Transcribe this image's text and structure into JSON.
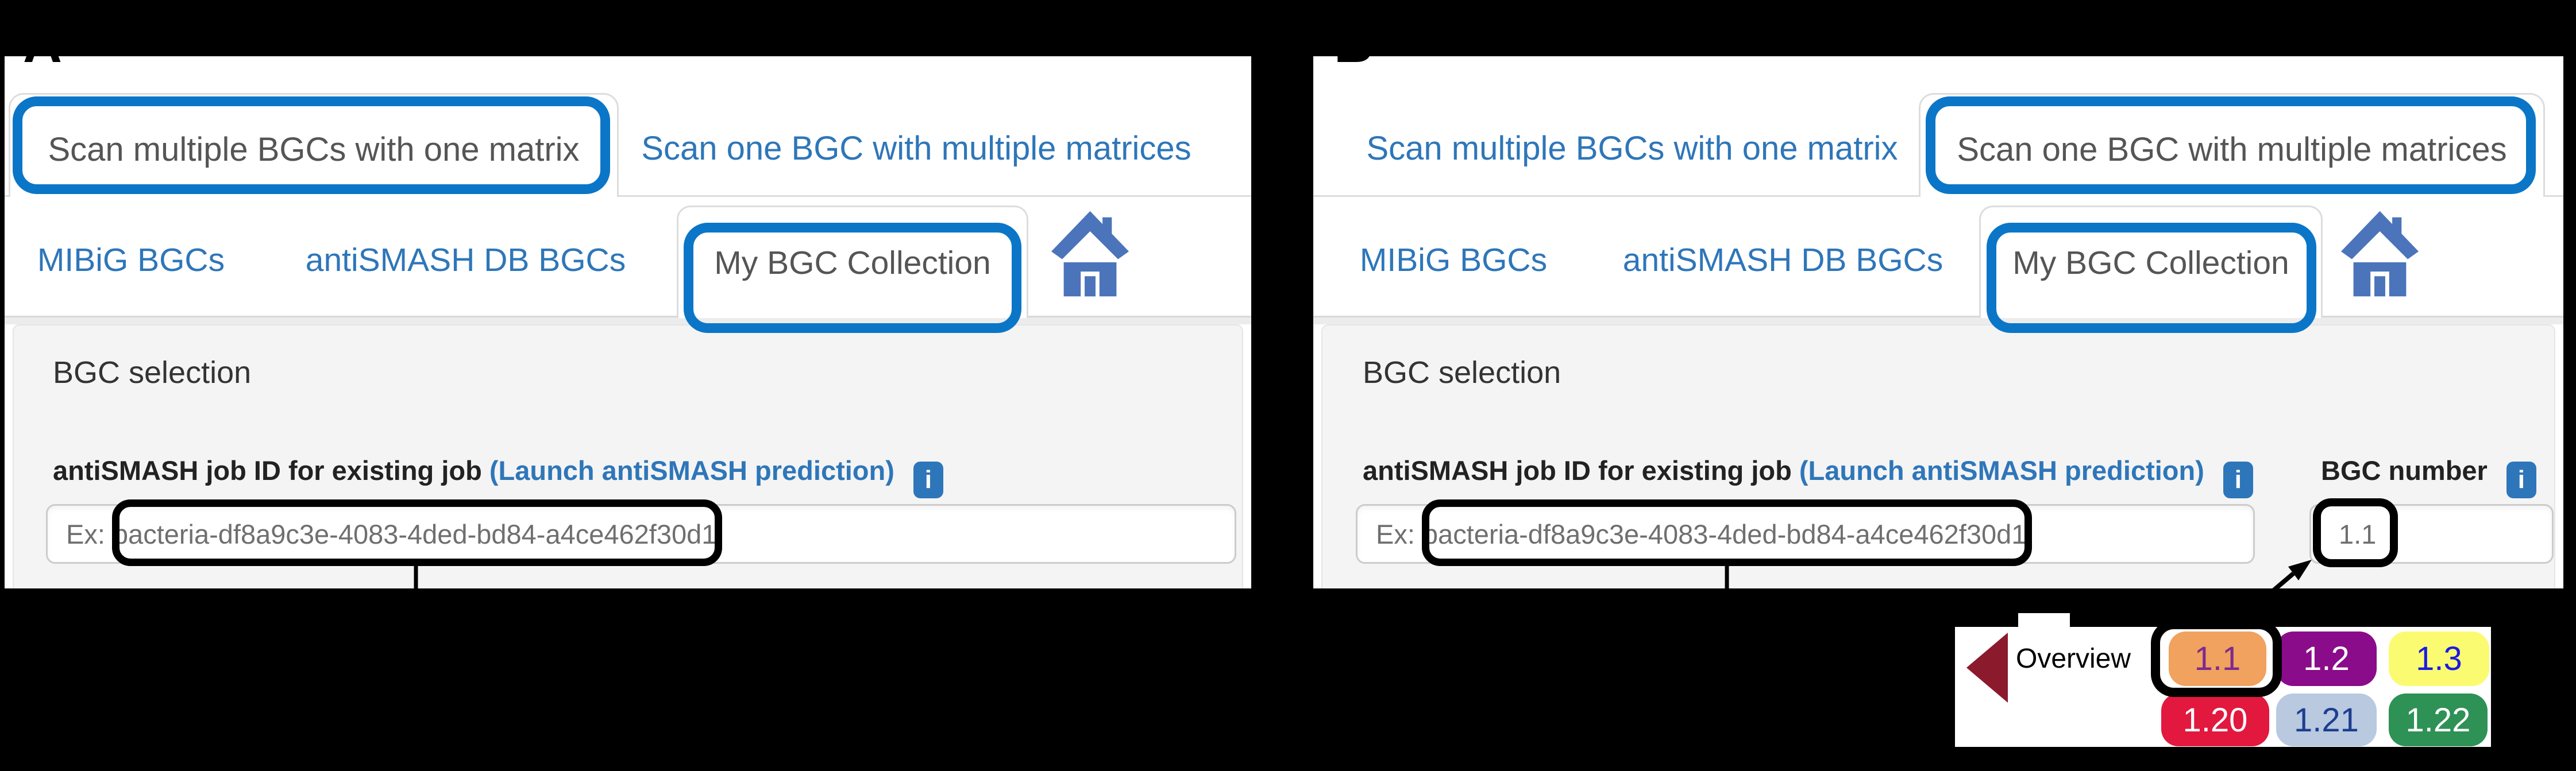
{
  "panel_a": {
    "label": "A",
    "mode_tabs": {
      "multiple_bgcs": "Scan multiple BGCs with one matrix",
      "one_bgc": "Scan one BGC with multiple matrices"
    },
    "source_tabs": {
      "mibig": "MIBiG BGCs",
      "antismash_db": "antiSMASH DB BGCs",
      "my_collection": "My BGC Collection"
    },
    "home_icon": "home-icon",
    "section_title": "BGC selection",
    "job_id_label": "antiSMASH job ID for existing job",
    "job_id_link": "(Launch antiSMASH prediction)",
    "info_icon_glyph": "i",
    "job_id_placeholder_prefix": "Ex:",
    "job_id_placeholder_value": "bacteria-df8a9c3e-4083-4ded-bd84-a4ce462f30d1"
  },
  "panel_b": {
    "label": "B",
    "mode_tabs": {
      "multiple_bgcs": "Scan multiple BGCs with one matrix",
      "one_bgc": "Scan one BGC with multiple matrices"
    },
    "source_tabs": {
      "mibig": "MIBiG BGCs",
      "antismash_db": "antiSMASH DB BGCs",
      "my_collection": "My BGC Collection"
    },
    "home_icon": "home-icon",
    "section_title": "BGC selection",
    "job_id_label": "antiSMASH job ID for existing job",
    "job_id_link": "(Launch antiSMASH prediction)",
    "info_icon_glyph": "i",
    "job_id_placeholder_prefix": "Ex:",
    "job_id_placeholder_value": "bacteria-df8a9c3e-4083-4ded-bd84-a4ce462f30d1",
    "bgc_number_label": "BGC number",
    "bgc_number_value": "1.1"
  },
  "overview_popup": {
    "back_label": "Overview",
    "back_arrow_color": "#8B1B2C",
    "badges": [
      {
        "label": "1.1",
        "bg": "#F0A25E",
        "fg": "#7D2B8E",
        "row": 1,
        "highlighted": true
      },
      {
        "label": "1.2",
        "bg": "#8A0C8A",
        "fg": "#FFFFFF",
        "row": 1,
        "highlighted": false
      },
      {
        "label": "1.3",
        "bg": "#FBFB72",
        "fg": "#1A1AE6",
        "row": 1,
        "highlighted": false
      },
      {
        "label": "1.20",
        "bg": "#E2183E",
        "fg": "#FFFFFF",
        "row": 2,
        "highlighted": false
      },
      {
        "label": "1.21",
        "bg": "#B8C9E0",
        "fg": "#1D3D8F",
        "row": 2,
        "highlighted": false
      },
      {
        "label": "1.22",
        "bg": "#2E9155",
        "fg": "#FFFFFF",
        "row": 2,
        "highlighted": false
      }
    ]
  },
  "colors": {
    "link_blue": "#2E76B9",
    "active_tab_text": "#555555",
    "annotation_blue": "#0B76C7",
    "annotation_black": "#000000",
    "content_bg": "#F4F4F4",
    "home_icon_blue": "#4B74BA",
    "info_icon_bg": "#2E76BA",
    "popup_arrow_maroon": "#8B1B2C"
  }
}
